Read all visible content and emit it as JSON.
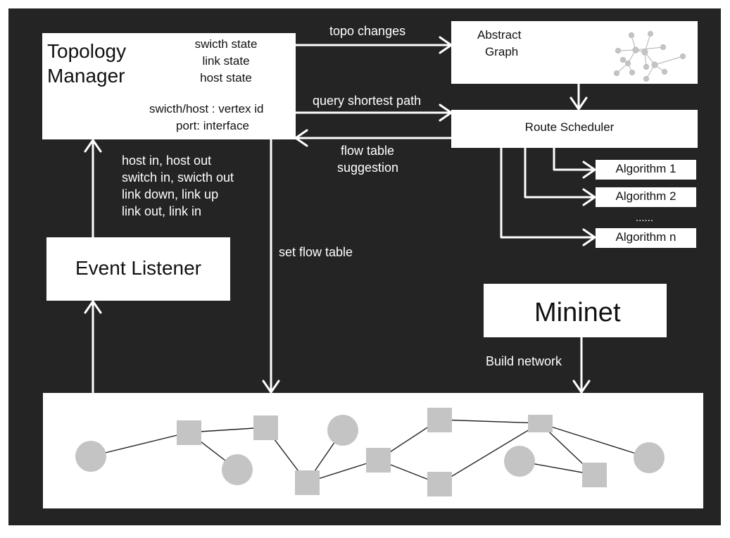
{
  "topology_manager": {
    "title_line1": "Topology",
    "title_line2": "Manager",
    "states": [
      "swicth state",
      "link state",
      "host state"
    ],
    "mapping": [
      "swicth/host : vertex id",
      "port: interface"
    ]
  },
  "abstract_graph": {
    "line1": "Abstract",
    "line2": "Graph"
  },
  "route_scheduler": {
    "label": "Route Scheduler"
  },
  "algorithms": [
    "Algorithm 1",
    "Algorithm 2",
    "Algorithm n"
  ],
  "algorithms_ellipsis": "......",
  "event_listener": {
    "label": "Event Listener"
  },
  "mininet": {
    "label": "Mininet"
  },
  "edges": {
    "topo_changes": "topo changes",
    "query_shortest_path": "query shortest path",
    "flow_table_line1": "flow table",
    "flow_table_line2": "suggestion",
    "events": [
      "host in, host out",
      "switch in, swicth out",
      "link down, link up",
      "link out, link in"
    ],
    "set_flow_table": "set flow table",
    "build_network": "Build network"
  },
  "colors": {
    "background": "#242424",
    "box": "#ffffff",
    "node": "#c4c4c4",
    "text_light": "#ffffff"
  }
}
